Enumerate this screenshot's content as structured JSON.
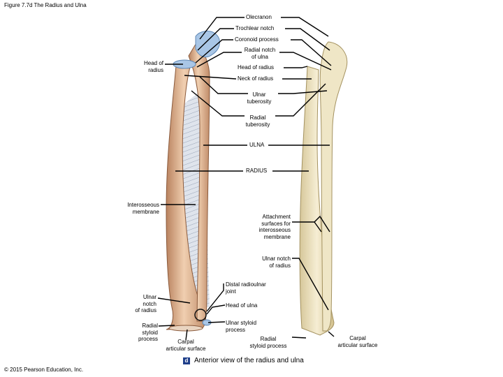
{
  "figure": {
    "title": "Figure 7.7d The Radius and Ulna",
    "caption_letter": "d",
    "caption": "Anterior view of the radius and ulna",
    "copyright": "© 2015 Pearson Education, Inc."
  },
  "labels": {
    "olecranon": "Olecranon",
    "trochlear_notch": "Trochlear notch",
    "coronoid_process": "Coronoid process",
    "radial_notch_of_ulna": "Radial notch\nof ulna",
    "head_of_radius_left": "Head of\nradius",
    "head_of_radius": "Head of radius",
    "neck_of_radius": "Neck of radius",
    "ulnar_tuberosity": "Ulnar\ntuberosity",
    "radial_tuberosity": "Radial\ntuberosity",
    "ulna": "ULNA",
    "radius": "RADIUS",
    "interosseous_membrane": "Interosseous\nmembrane",
    "attachment_surfaces": "Attachment\nsurfaces for\ninterosseous\nmembrane",
    "ulnar_notch_of_radius_right": "Ulnar notch\nof radius",
    "distal_radioulnar_joint": "Distal radioulnar\njoint",
    "ulnar_notch_of_radius_left": "Ulnar\nnotch\nof radius",
    "head_of_ulna": "Head of ulna",
    "radial_styloid_left": "Radial\nstyloid\nprocess",
    "ulnar_styloid_process": "Ulnar styloid\nprocess",
    "carpal_articular_left": "Carpal\narticular surface",
    "radial_styloid_right": "Radial\nstyloid process",
    "carpal_articular_right": "Carpal\narticular surface"
  }
}
